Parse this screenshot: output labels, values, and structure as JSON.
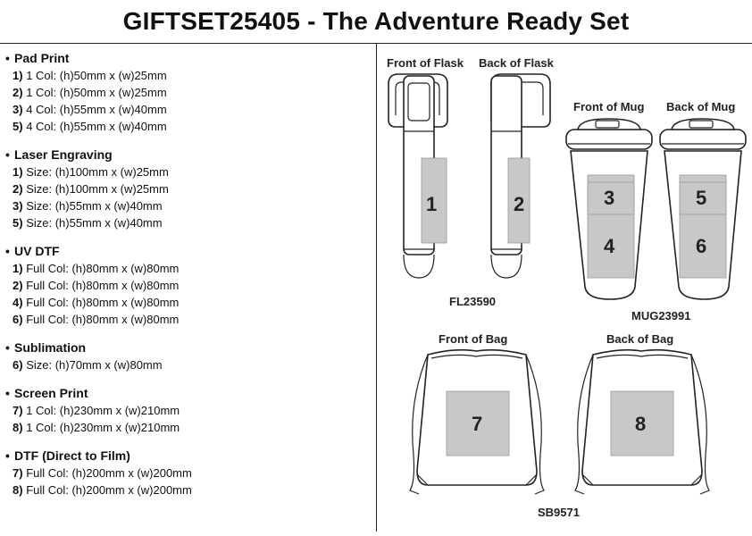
{
  "title": "GIFTSET25405 - The Adventure Ready Set",
  "sections": [
    {
      "title": "Pad Print",
      "items": [
        {
          "n": "1)",
          "text": "1 Col: (h)50mm x (w)25mm"
        },
        {
          "n": "2)",
          "text": "1 Col: (h)50mm x (w)25mm"
        },
        {
          "n": "3)",
          "text": "4 Col: (h)55mm x (w)40mm"
        },
        {
          "n": "5)",
          "text": "4 Col: (h)55mm x (w)40mm"
        }
      ]
    },
    {
      "title": "Laser Engraving",
      "items": [
        {
          "n": "1)",
          "text": "Size: (h)100mm x (w)25mm"
        },
        {
          "n": "2)",
          "text": "Size: (h)100mm x (w)25mm"
        },
        {
          "n": "3)",
          "text": "Size: (h)55mm x (w)40mm"
        },
        {
          "n": "5)",
          "text": "Size: (h)55mm x (w)40mm"
        }
      ]
    },
    {
      "title": "UV DTF",
      "items": [
        {
          "n": "1)",
          "text": "Full Col: (h)80mm x (w)80mm"
        },
        {
          "n": "2)",
          "text": "Full Col: (h)80mm x (w)80mm"
        },
        {
          "n": "4)",
          "text": "Full Col: (h)80mm x (w)80mm"
        },
        {
          "n": "6)",
          "text": "Full Col: (h)80mm x (w)80mm"
        }
      ]
    },
    {
      "title": "Sublimation",
      "items": [
        {
          "n": "6)",
          "text": "Size: (h)70mm x (w)80mm"
        }
      ]
    },
    {
      "title": "Screen Print",
      "items": [
        {
          "n": "7)",
          "text": "1 Col: (h)230mm x (w)210mm"
        },
        {
          "n": "8)",
          "text": "1 Col: (h)230mm x (w)210mm"
        }
      ]
    },
    {
      "title": "DTF (Direct to Film)",
      "items": [
        {
          "n": "7)",
          "text": "Full Col: (h)200mm x (w)200mm"
        },
        {
          "n": "8)",
          "text": "Full Col: (h)200mm x (w)200mm"
        }
      ]
    }
  ],
  "bullet": "•",
  "diagram": {
    "flask": {
      "front_label": "Front of Flask",
      "back_label": "Back of Flask",
      "code": "FL23590",
      "area_front": "1",
      "area_back": "2"
    },
    "mug": {
      "front_label": "Front of Mug",
      "back_label": "Back of Mug",
      "code": "MUG23991",
      "front_top": "3",
      "front_bottom": "4",
      "back_top": "5",
      "back_bottom": "6"
    },
    "bag": {
      "front_label": "Front of Bag",
      "back_label": "Back of Bag",
      "code": "SB9571",
      "area_front": "7",
      "area_back": "8"
    }
  },
  "colors": {
    "print_area": "#c8c8c8",
    "line": "#222222"
  }
}
